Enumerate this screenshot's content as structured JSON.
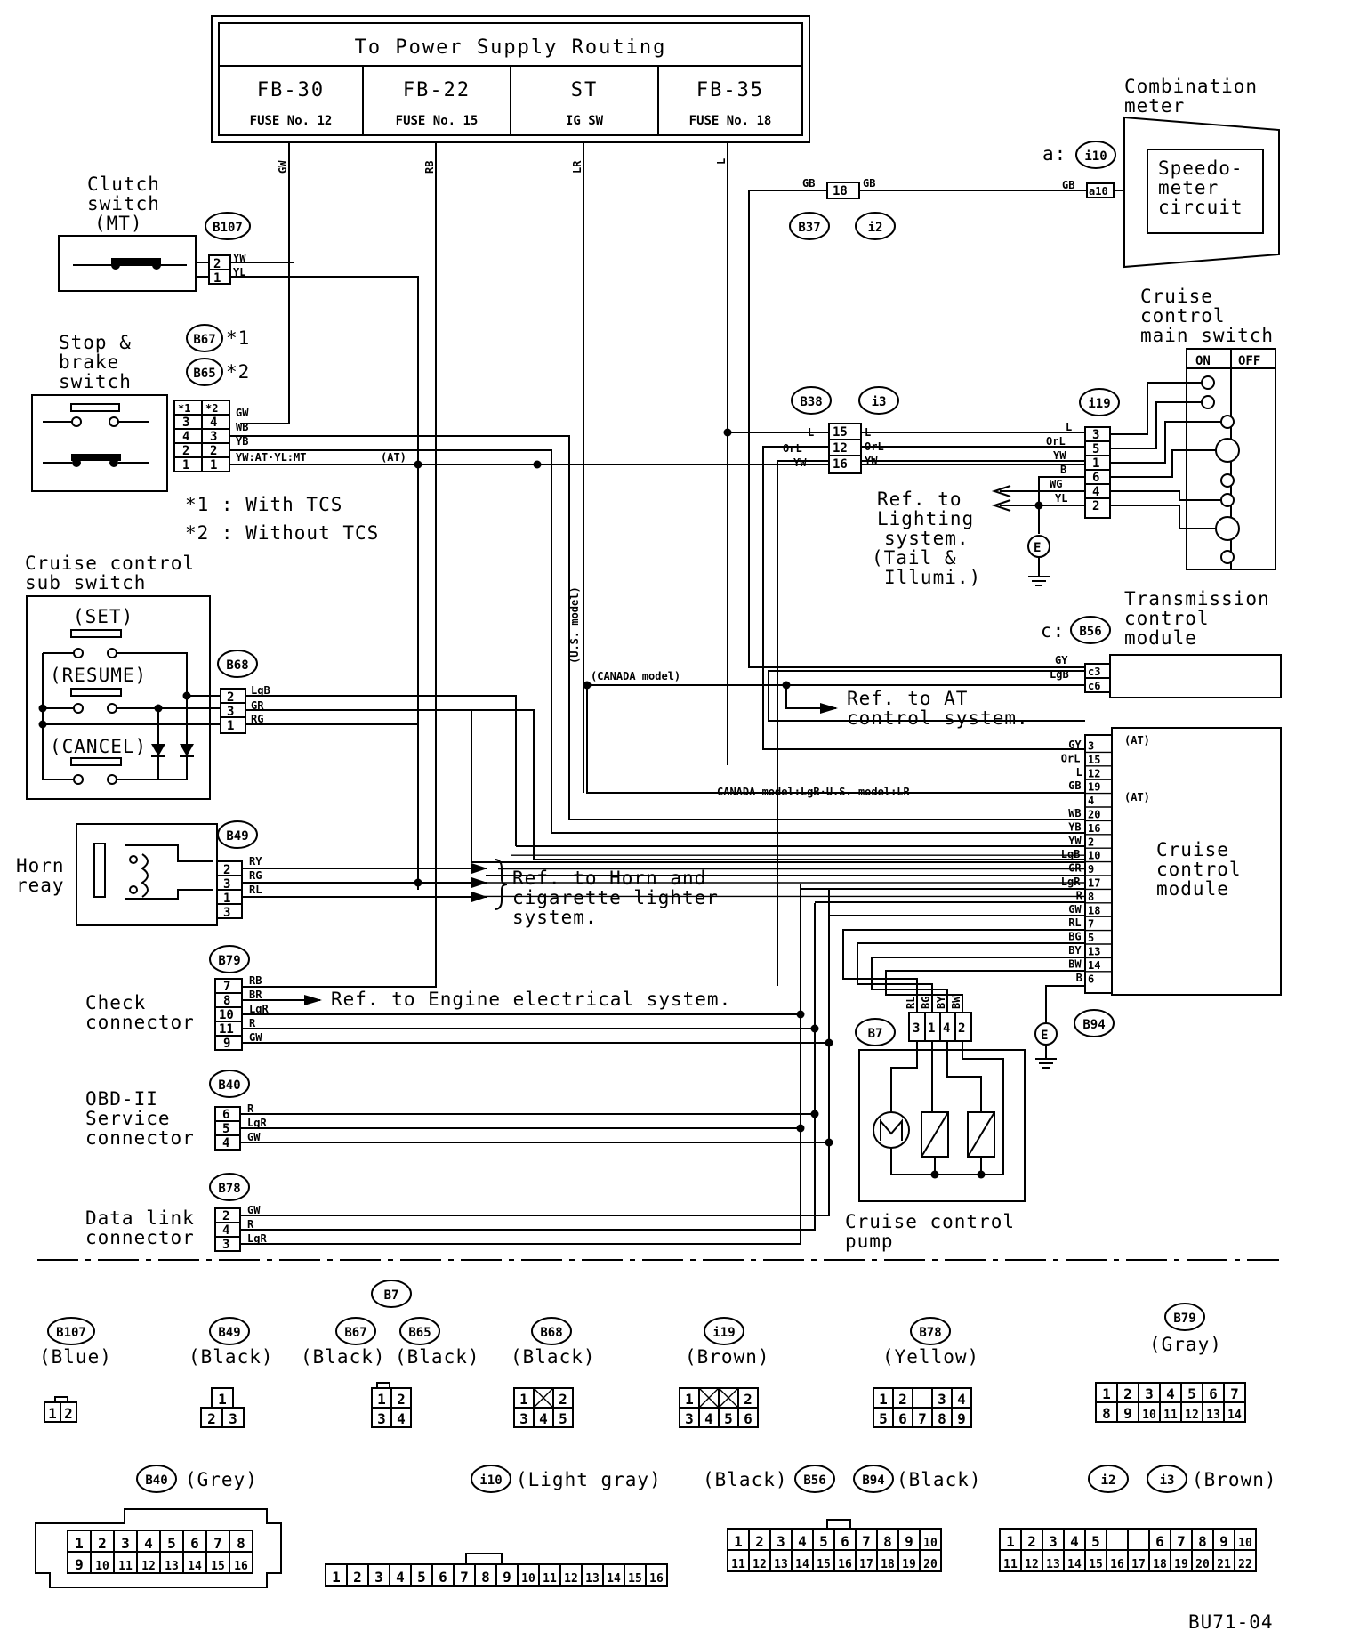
{
  "power": {
    "title": "To Power Supply Routing",
    "cols": [
      {
        "code": "FB-30",
        "fuse": "FUSE No. 12"
      },
      {
        "code": "FB-22",
        "fuse": "FUSE No. 15"
      },
      {
        "code": "ST",
        "fuse": "IG SW"
      },
      {
        "code": "FB-35",
        "fuse": "FUSE No. 18"
      }
    ]
  },
  "components": {
    "clutch": [
      "Clutch",
      "switch",
      "(MT)"
    ],
    "stop": [
      "Stop &",
      "brake",
      "switch"
    ],
    "cruise_sub": [
      "Cruise control",
      "sub switch"
    ],
    "set": "(SET)",
    "resume": "(RESUME)",
    "cancel": "(CANCEL)",
    "horn": [
      "Horn",
      "reay"
    ],
    "check": [
      "Check",
      "connector"
    ],
    "obd": [
      "OBD-II",
      "Service",
      "connector"
    ],
    "dlc": [
      "Data link",
      "connector"
    ],
    "combo": [
      "Combination",
      "meter"
    ],
    "speedo": [
      "Speedo-",
      "meter",
      "circuit"
    ],
    "main_switch": [
      "Cruise",
      "control",
      "main switch"
    ],
    "on": "ON",
    "off": "OFF",
    "tcm": [
      "Transmission",
      "control",
      "module"
    ],
    "ccm": [
      "Cruise",
      "control",
      "module"
    ],
    "pump": [
      "Cruise control",
      "pump"
    ]
  },
  "notes": {
    "tcs1": "*1  : With TCS",
    "tcs2": "*2  : Without TCS",
    "ref_lighting": [
      "Ref. to",
      "Lighting",
      "system.",
      "(Tail &",
      "Illumi.)"
    ],
    "ref_at": [
      "Ref. to AT",
      "control system."
    ],
    "ref_horn": [
      "Ref. to Horn and",
      "cigarette lighter",
      "system."
    ],
    "ref_engine": "Ref. to Engine electrical system.",
    "canada": "(CANADA model)",
    "us": "(U.S. model)",
    "canada_us": "CANADA model:LgB·U.S. model:LR",
    "ywat": "YW:AT·YL:MT",
    "at": "(AT)",
    "a_prefix": "a:",
    "c_prefix": "c:",
    "code": "BU71-04"
  },
  "connectors": {
    "B107": "B107",
    "B67": "B67",
    "B65": "B65",
    "B68": "B68",
    "B49": "B49",
    "B79": "B79",
    "B40": "B40",
    "B78": "B78",
    "B37": "B37",
    "i2": "i2",
    "B38": "B38",
    "i3": "i3",
    "i10": "i10",
    "i19": "i19",
    "B56": "B56",
    "B7": "B7",
    "B94": "B94",
    "s1": "*1",
    "s2": "*2"
  },
  "legend": {
    "b107": "(Blue)",
    "b49": "(Black)",
    "b67": "(Black)",
    "b65": "(Black)",
    "b68": "(Black)",
    "i19": "(Brown)",
    "b78": "(Yellow)",
    "b79": "(Gray)",
    "b40": "(Grey)",
    "i10": "(Light gray)",
    "b56": "(Black)",
    "b94": "(Black)",
    "i3": "(Brown)"
  }
}
